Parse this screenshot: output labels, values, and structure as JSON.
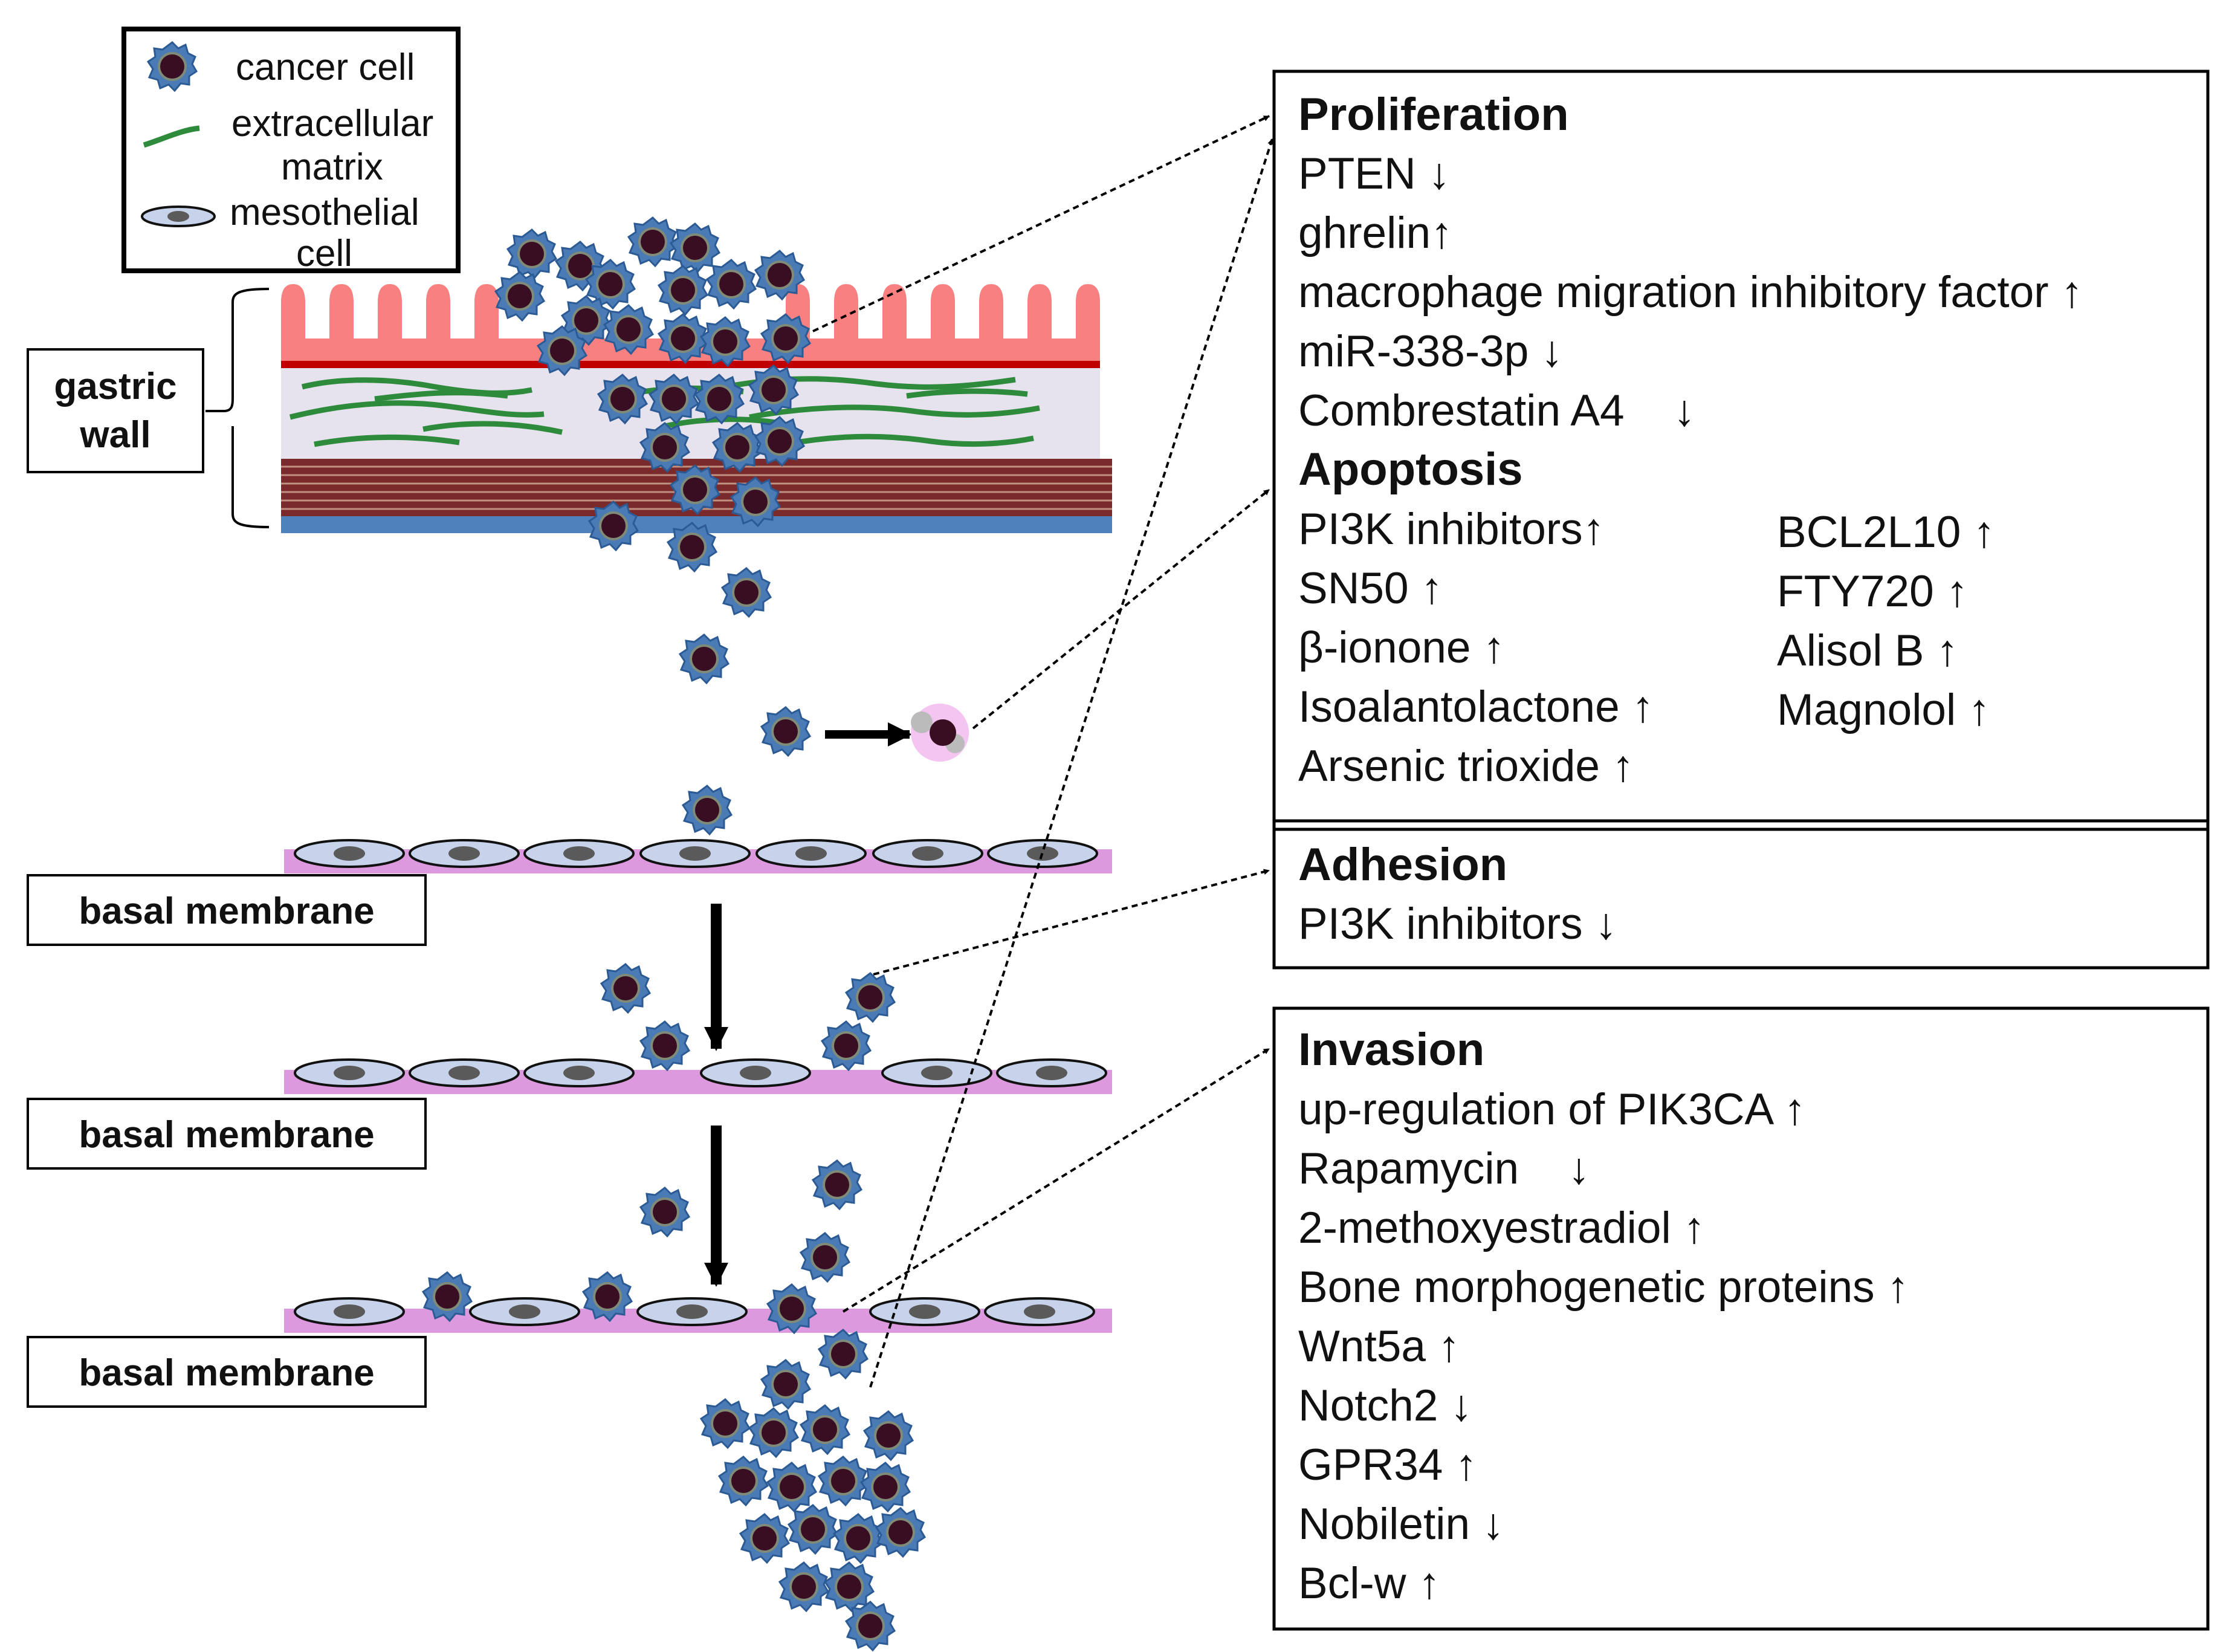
{
  "legend": {
    "cancer_cell": "cancer cell",
    "ecm_line1": "extracellular",
    "ecm_line2": "matrix",
    "meso_line1": "mesothelial",
    "meso_line2": "cell"
  },
  "gastric_wall": {
    "line1": "gastric",
    "line2": "wall"
  },
  "basal_membrane_labels": [
    "basal membrane",
    "basal membrane",
    "basal membrane"
  ],
  "box1": {
    "proliferation": {
      "heading": "Proliferation",
      "items": [
        "PTEN ↓",
        "ghrelin↑",
        "macrophage migration inhibitory factor ↑",
        "miR-338-3p ↓",
        "Combrestatin A4    ↓"
      ]
    },
    "apoptosis": {
      "heading": "Apoptosis",
      "left": [
        "PI3K inhibitors↑",
        "SN50 ↑",
        "β-ionone ↑",
        "Isoalantolactone ↑",
        "Arsenic trioxide ↑"
      ],
      "right": [
        "BCL2L10 ↑",
        "FTY720 ↑",
        "Alisol B ↑",
        "Magnolol ↑"
      ]
    },
    "adhesion": {
      "heading": "Adhesion",
      "items": [
        "PI3K inhibitors ↓"
      ]
    }
  },
  "box2": {
    "invasion": {
      "heading": "Invasion",
      "items": [
        "up-regulation of PIK3CA ↑",
        "Rapamycin    ↓",
        "2-methoxyestradiol ↑",
        "Bone morphogenetic proteins ↑",
        "Wnt5a ↑",
        "Notch2 ↓",
        "GPR34 ↑",
        "Nobiletin ↓",
        "Bcl-w ↑"
      ]
    }
  },
  "colors": {
    "mucosa": "#f98080",
    "mucosa_line": "#c00000",
    "submucosa": "#e6e2ee",
    "ecm_fiber": "#2e8b3c",
    "muscle": "#7a2a2a",
    "serosa": "#4f81bd",
    "membrane": "#dd99dd",
    "meso_cell": "#c7d3ea",
    "cancer_outer": "#3f6fa8",
    "cancer_inner": "#3a0e22"
  }
}
